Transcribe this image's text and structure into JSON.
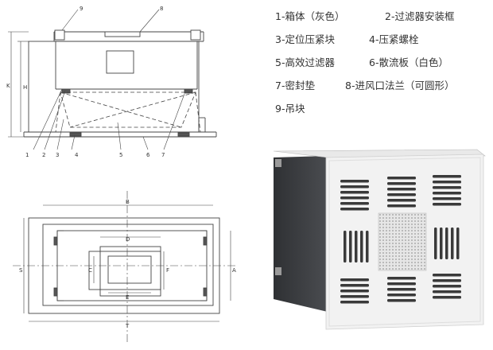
{
  "legend": {
    "rows": [
      [
        "1-箱体（灰色）",
        "2-过滤器安装框"
      ],
      [
        "3-定位压紧块",
        "4-压紧螺栓"
      ],
      [
        "5-高效过滤器",
        "6-散流板（白色）"
      ],
      [
        "7-密封垫",
        "8-进风口法兰（可圆形）"
      ],
      [
        "9-吊块"
      ]
    ]
  },
  "side_view": {
    "part_numbers": [
      "1",
      "2",
      "3",
      "4",
      "5",
      "6",
      "7"
    ],
    "top_labels": [
      "9",
      "8"
    ],
    "dimension_labels": [
      "K",
      "H"
    ]
  },
  "top_view": {
    "dimension_labels": [
      "B",
      "D",
      "S",
      "C",
      "F",
      "A",
      "E",
      "T"
    ]
  },
  "colors": {
    "line": "#444444",
    "box_dark": "#3b3d40",
    "panel_white": "#f2f2f2"
  }
}
